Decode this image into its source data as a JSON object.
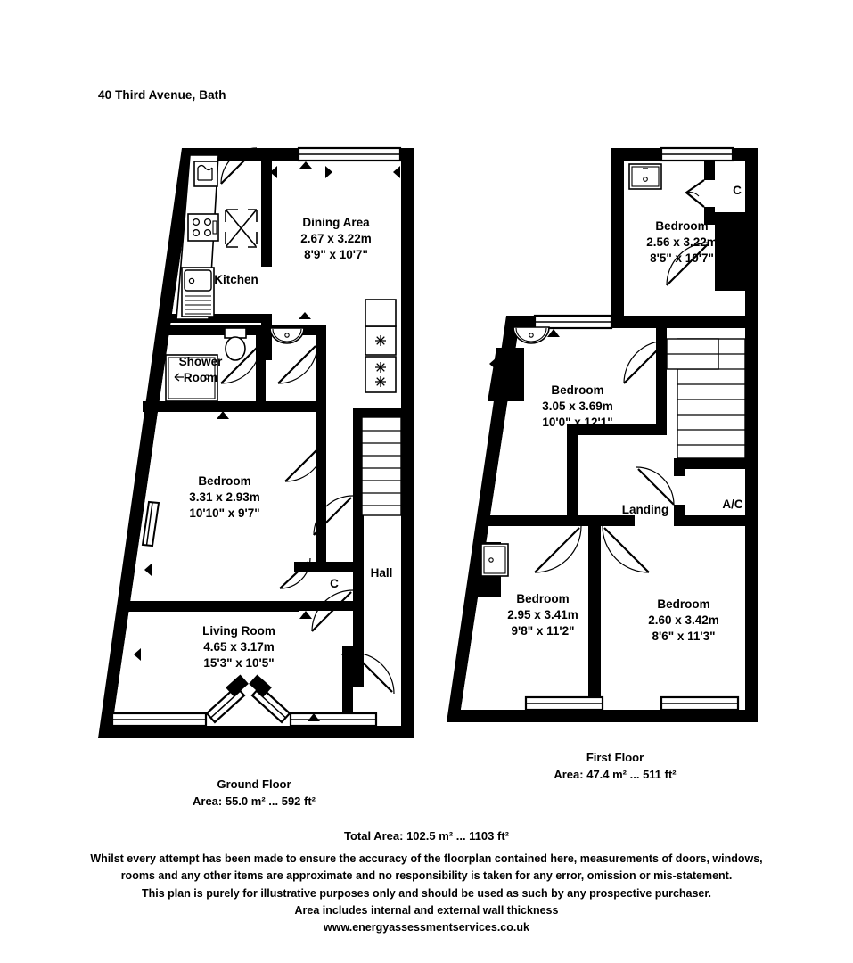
{
  "title": "40 Third Avenue, Bath",
  "ground_floor": {
    "caption_name": "Ground Floor",
    "caption_area": "Area: 55.0 m² ... 592 ft²",
    "rooms": [
      {
        "name": "Dining Area",
        "dim_m": "2.67 x 3.22m",
        "dim_ft": "8'9\" x 10'7\""
      },
      {
        "name": "Kitchen",
        "dim_m": "",
        "dim_ft": ""
      },
      {
        "name": "Shower",
        "name2": "Room",
        "dim_m": "",
        "dim_ft": ""
      },
      {
        "name": "Bedroom",
        "dim_m": "3.31 x 2.93m",
        "dim_ft": "10'10\" x 9'7\""
      },
      {
        "name": "Living Room",
        "dim_m": "4.65 x 3.17m",
        "dim_ft": "15'3\" x 10'5\""
      },
      {
        "name": "Hall",
        "dim_m": "",
        "dim_ft": ""
      },
      {
        "name": "C",
        "dim_m": "",
        "dim_ft": ""
      }
    ]
  },
  "first_floor": {
    "caption_name": "First Floor",
    "caption_area": "Area: 47.4 m² ... 511 ft²",
    "rooms": [
      {
        "name": "Bedroom",
        "dim_m": "2.56 x 3.22m",
        "dim_ft": "8'5\" x 10'7\""
      },
      {
        "name": "Bedroom",
        "dim_m": "3.05 x 3.69m",
        "dim_ft": "10'0\" x 12'1\""
      },
      {
        "name": "Bedroom",
        "dim_m": "2.95 x 3.41m",
        "dim_ft": "9'8\" x 11'2\""
      },
      {
        "name": "Bedroom",
        "dim_m": "2.60 x 3.42m",
        "dim_ft": "8'6\" x 11'3\""
      },
      {
        "name": "Landing",
        "dim_m": "",
        "dim_ft": ""
      },
      {
        "name": "A/C",
        "dim_m": "",
        "dim_ft": ""
      },
      {
        "name": "C",
        "dim_m": "",
        "dim_ft": ""
      }
    ]
  },
  "total_area": "Total Area: 102.5 m² ... 1103 ft²",
  "disclaimer": {
    "line1": "Whilst every attempt has been made to ensure the accuracy of the floorplan contained here, measurements of doors, windows,",
    "line2": "rooms and any other items are approximate and no responsibility is taken for any error, omission or mis-statement.",
    "line3": "This plan is purely for illustrative purposes only and should be used as such by any prospective purchaser.",
    "line4": "Area includes internal and external wall thickness",
    "line5": "www.energyassessmentservices.co.uk"
  },
  "colors": {
    "wall": "#000000",
    "background": "#ffffff",
    "fixture_stroke": "#000000"
  }
}
